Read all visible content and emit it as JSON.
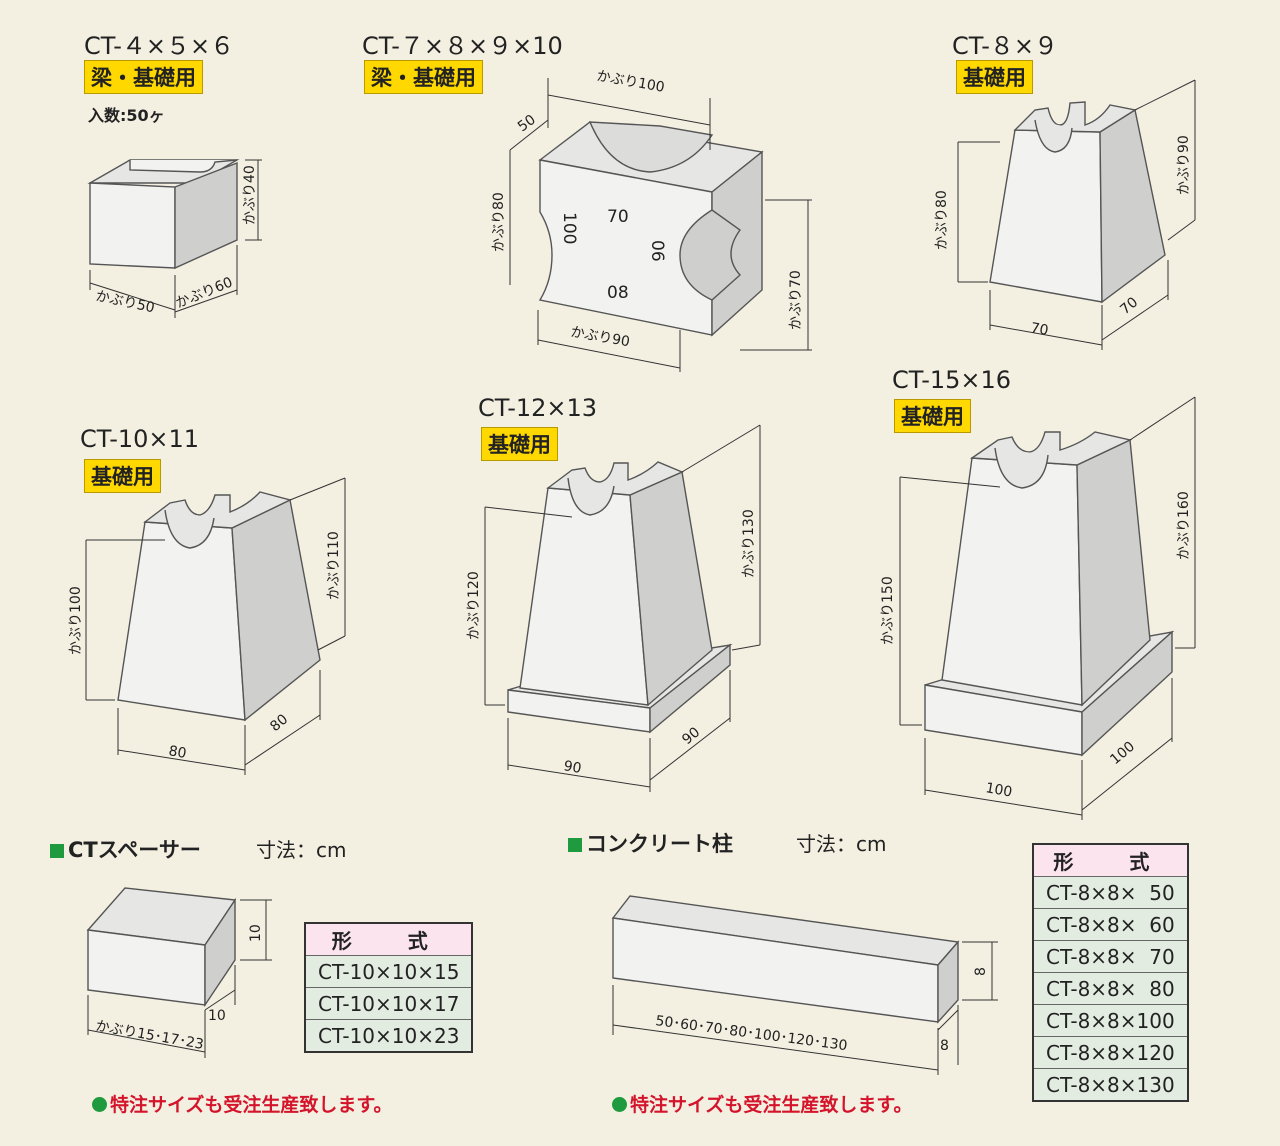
{
  "products": {
    "ct456": {
      "model": "CT-４×５×６",
      "badge": "梁・基礎用",
      "qty": "入数:50ヶ",
      "dim_w": "かぶり50",
      "dim_d": "かぶり60",
      "dim_h": "かぶり40"
    },
    "ct78910": {
      "model": "CT-７×８×９×10",
      "badge": "梁・基礎用",
      "dim_top": "かぶり100",
      "dim_50": "50",
      "dim_left": "かぶり80",
      "dim_bottom": "かぶり90",
      "dim_right": "かぶり70",
      "face_70": "70",
      "face_100": "100",
      "face_90": "06",
      "face_80": "08"
    },
    "ct89": {
      "model": "CT-８×９",
      "badge": "基礎用",
      "dim_left": "かぶり80",
      "dim_right": "かぶり90",
      "dim_w": "70",
      "dim_d": "70"
    },
    "ct1011": {
      "model": "CT-10×11",
      "badge": "基礎用",
      "dim_left": "かぶり100",
      "dim_right": "かぶり110",
      "dim_w": "80",
      "dim_d": "80"
    },
    "ct1213": {
      "model": "CT-12×13",
      "badge": "基礎用",
      "dim_left": "かぶり120",
      "dim_right": "かぶり130",
      "dim_w": "90",
      "dim_d": "90"
    },
    "ct1516": {
      "model": "CT-15×16",
      "badge": "基礎用",
      "dim_left": "かぶり150",
      "dim_right": "かぶり160",
      "dim_w": "100",
      "dim_d": "100"
    }
  },
  "spacer": {
    "title": "CTスペーサー",
    "unit": "寸法：cm",
    "dim_h": "10",
    "dim_d": "10",
    "dim_w": "かぶり15･17･23",
    "table_header": "形　式",
    "rows": [
      "CT-10×10×15",
      "CT-10×10×17",
      "CT-10×10×23"
    ],
    "note": "特注サイズも受注生産致します。"
  },
  "column": {
    "title": "コンクリート柱",
    "unit": "寸法：cm",
    "dim_h": "8",
    "dim_d": "8",
    "dim_len": "50･60･70･80･100･120･130",
    "table_header": "形　式",
    "rows": [
      "CT-8×8×  50",
      "CT-8×8×  60",
      "CT-8×8×  70",
      "CT-8×8×  80",
      "CT-8×8×100",
      "CT-8×8×120",
      "CT-8×8×130"
    ],
    "note": "特注サイズも受注生産致します。"
  }
}
